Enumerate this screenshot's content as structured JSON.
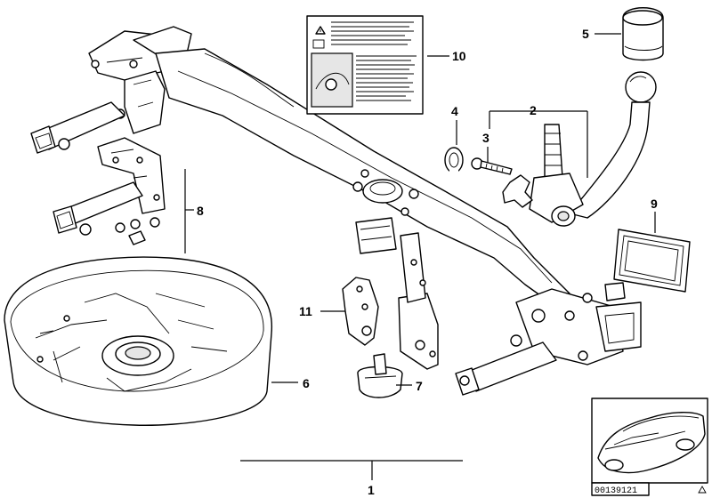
{
  "diagram": {
    "callouts": [
      {
        "id": "c1",
        "text": "1"
      },
      {
        "id": "c2",
        "text": "2"
      },
      {
        "id": "c3",
        "text": "3"
      },
      {
        "id": "c4",
        "text": "4"
      },
      {
        "id": "c5",
        "text": "5"
      },
      {
        "id": "c6",
        "text": "6"
      },
      {
        "id": "c7",
        "text": "7"
      },
      {
        "id": "c8",
        "text": "8"
      },
      {
        "id": "c9",
        "text": "9"
      },
      {
        "id": "c10",
        "text": "10"
      },
      {
        "id": "c11",
        "text": "11"
      }
    ],
    "document_number": "00139121"
  }
}
